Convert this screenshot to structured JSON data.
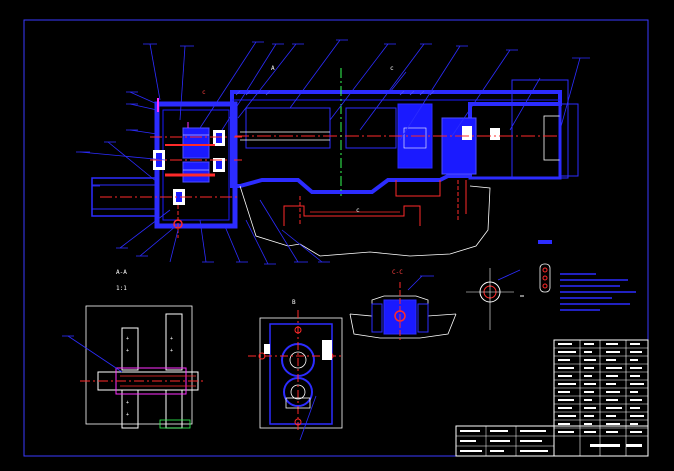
{
  "colors": {
    "background": "#000000",
    "frame": "#3a3aff",
    "outline": "#2c2cff",
    "fill": "#1a1aff",
    "hatch": "#4f4fff",
    "center_line": "#ff2a2a",
    "highlight": "#ff30ff",
    "green": "#33ff55",
    "white": "#ffffff"
  },
  "labels": {
    "section_ab": "A-A",
    "scale": "1:1",
    "section_label_top": "A",
    "section_label_mid": "c",
    "section_label_lower": "c",
    "section_cc": "C-C",
    "view_b": "B"
  }
}
